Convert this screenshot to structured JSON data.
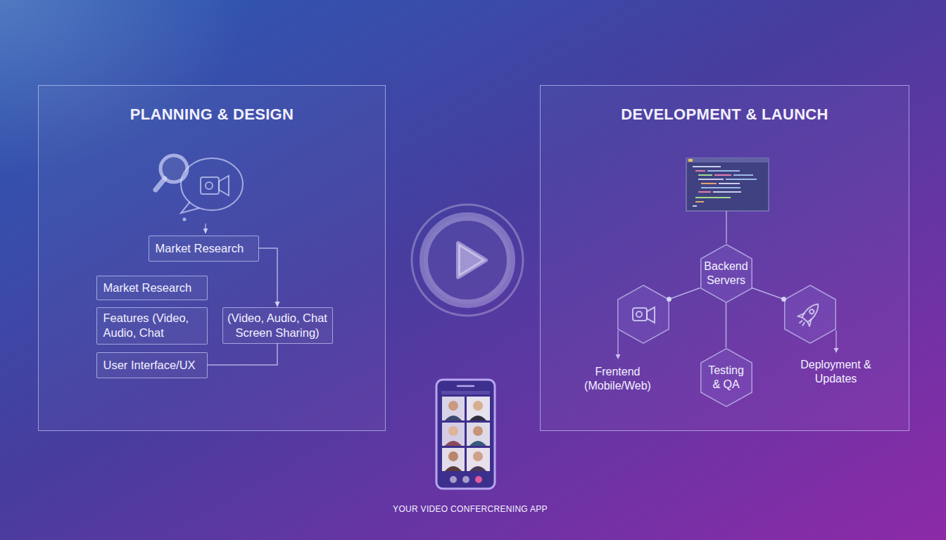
{
  "diagram": {
    "caption": "YOUR VIDEO CONFERCRENING APP",
    "nodes": [
      {
        "text": [
          "PLANNING & DESIGN"
        ]
      },
      {
        "text": [
          "Market Research"
        ],
        "in": 0
      },
      {
        "text": [
          "Market Research"
        ],
        "in": 0
      },
      {
        "text": [
          "Features (Video, Audio, Chat"
        ],
        "in": 0
      },
      {
        "text": [
          "(Video, Audio, Chat Screen Sharing)"
        ],
        "in": 0
      },
      {
        "text": [
          "User Interface/UX"
        ],
        "in": 0
      },
      {
        "text": [
          "DEVELOPMENT & LAUNCH"
        ]
      },
      {
        "text": [
          "Backend Servers"
        ],
        "in": 6
      },
      {
        "text": [
          "Frentend (Mobile/Web)"
        ],
        "in": 6
      },
      {
        "text": [
          "Testing & QA"
        ],
        "in": 6
      },
      {
        "text": [
          "Deployment & Updates"
        ],
        "in": 6
      }
    ],
    "edges": [
      {
        "from": 1,
        "to": 4,
        "arrow": "to"
      },
      {
        "from": 5,
        "to": 4,
        "arrow": "none"
      },
      {
        "from": 7,
        "to": 8,
        "arrow": "none"
      },
      {
        "from": 7,
        "to": 9,
        "arrow": "none"
      },
      {
        "from": 7,
        "to": 10,
        "arrow": "none"
      }
    ]
  }
}
